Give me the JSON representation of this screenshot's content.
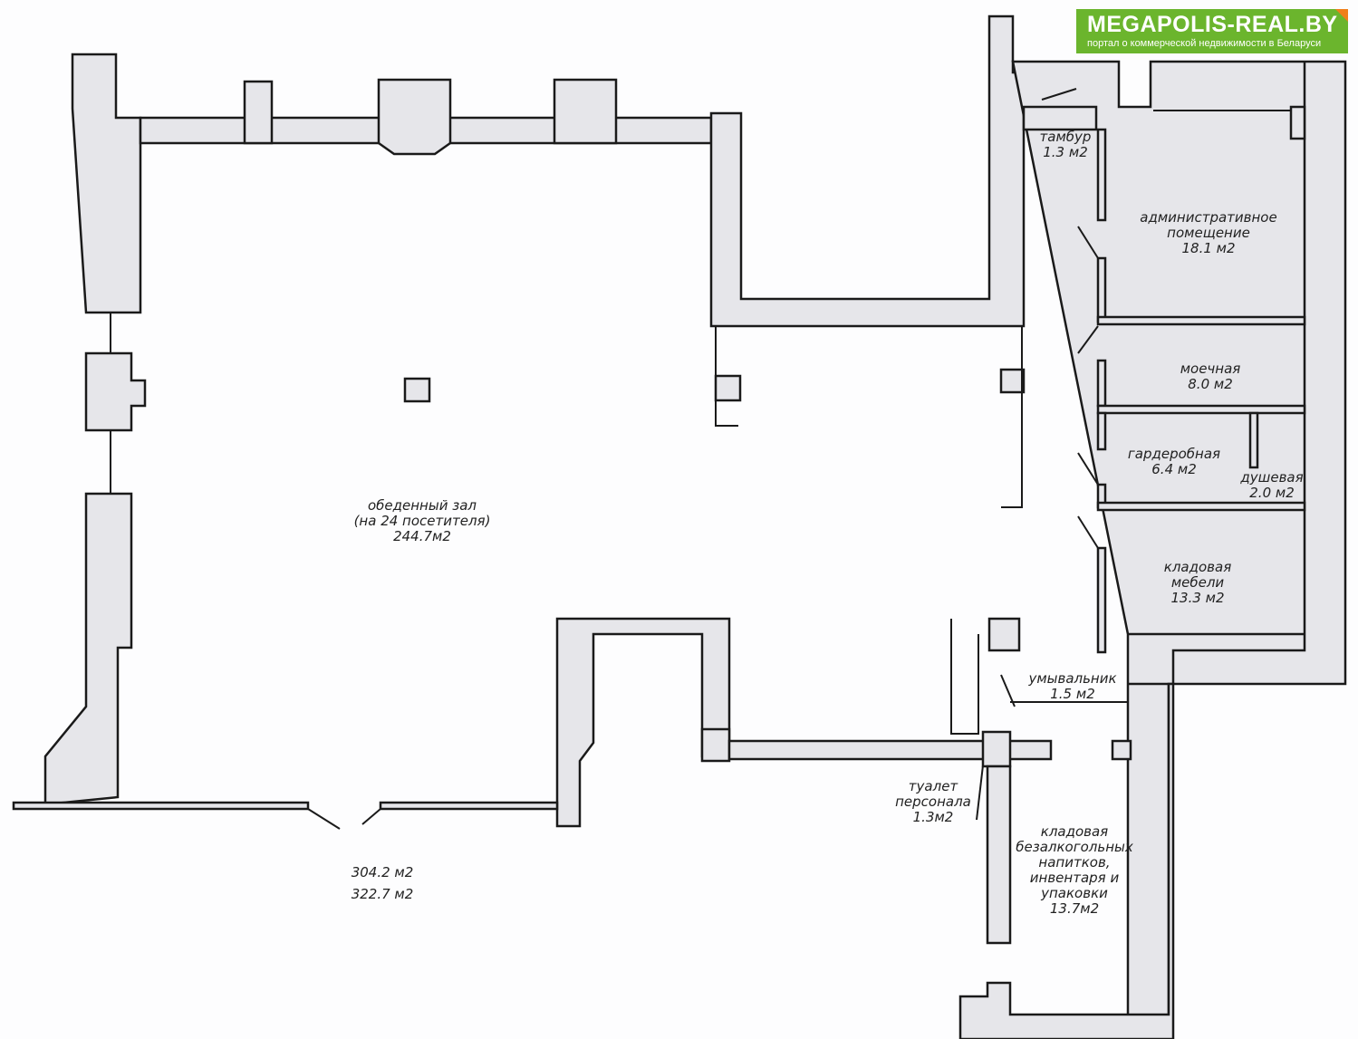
{
  "logo": {
    "title": "MEGAPOLIS-REAL.BY",
    "subtitle": "портал о коммерческой недвижимости в Беларуси",
    "brand_color": "#6bb52d",
    "accent_color": "#f07f1a"
  },
  "rooms": [
    {
      "name": "тамбур",
      "area": "1.3 м2"
    },
    {
      "name": "административное помещение",
      "area": "18.1 м2"
    },
    {
      "name": "моечная",
      "area": "8.0 м2"
    },
    {
      "name": "гардеробная",
      "area": "6.4 м2"
    },
    {
      "name": "душевая",
      "area": "2.0 м2"
    },
    {
      "name": "кладовая мебели",
      "area": "13.3 м2"
    },
    {
      "name": "обеденный зал (на 24 посетителя)",
      "area": "244.7м2"
    },
    {
      "name": "умывальник",
      "area": "1.5 м2"
    },
    {
      "name": "туалет персонала",
      "area": "1.3м2"
    },
    {
      "name": "кладовая безалкогольных напитков, инвентаря и упаковки",
      "area": "13.7м2"
    }
  ],
  "labels": {
    "tambur": "тамбур",
    "admin_1": "административное",
    "admin_2": "помещение",
    "moechnaya": "моечная",
    "garderob": "гардеробная",
    "dush": "душевая",
    "kladovaya": "кладовая",
    "mebeli": "мебели",
    "hall_1": "обеденный зал",
    "hall_2": "(на 24 посетителя)",
    "umyv": "умывальник",
    "tualet_1": "туалет",
    "tualet_2": "персонала",
    "sklad_1": "кладовая",
    "sklad_2": "безалкогольных",
    "sklad_3": "напитков,",
    "sklad_4": "инвентаря и",
    "sklad_5": "упаковки"
  },
  "totals": {
    "total_1": "304.2 м2",
    "total_2": "322.7 м2"
  }
}
